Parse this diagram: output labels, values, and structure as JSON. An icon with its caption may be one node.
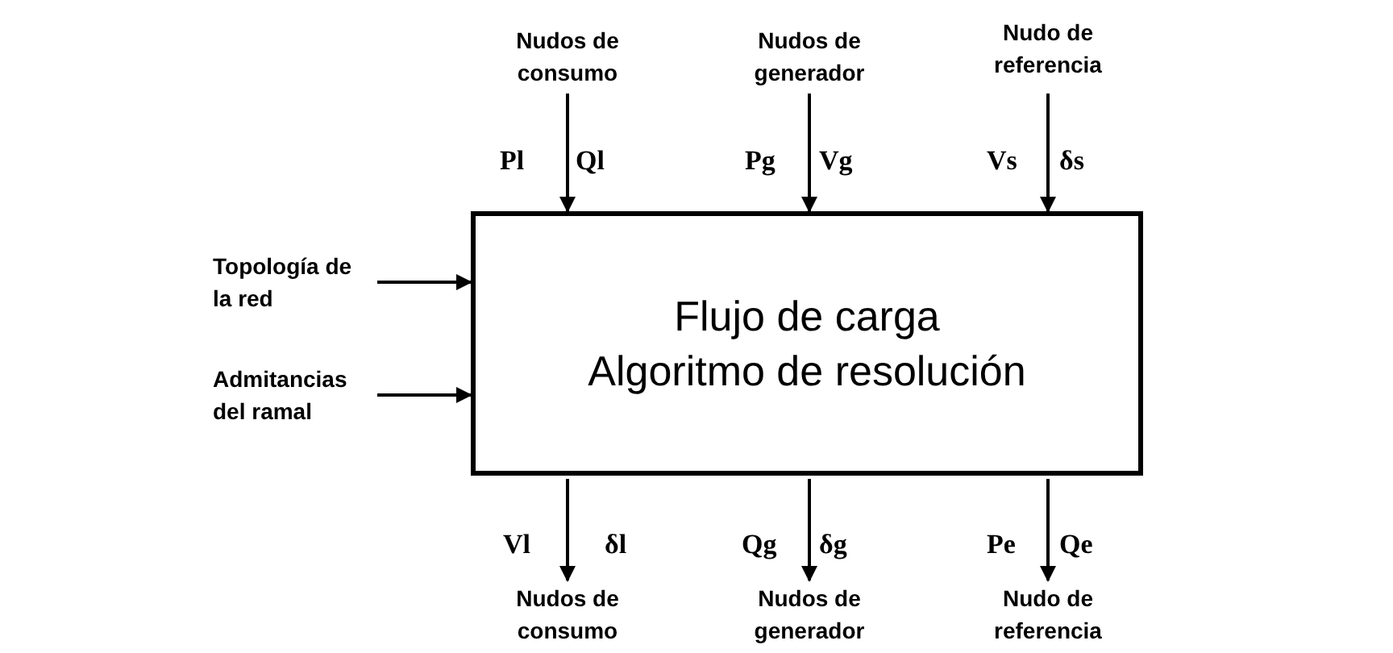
{
  "diagram": {
    "nodes": [
      {
        "text": [
          "Nudos de consumo"
        ]
      },
      {
        "text": [
          "Nudos de generador"
        ]
      },
      {
        "text": [
          "Nudo de referencia"
        ]
      },
      {
        "text": [
          "Topología de la red"
        ]
      },
      {
        "text": [
          "Admitancias del ramal"
        ]
      },
      {
        "text": [
          "Flujo de carga",
          "Algoritmo de resolución"
        ]
      },
      {
        "text": [
          "Nudos de consumo"
        ]
      },
      {
        "text": [
          "Nudos de generador"
        ]
      },
      {
        "text": [
          "Nudo de referencia"
        ]
      }
    ],
    "edges": [
      {
        "from": 0,
        "to": 5,
        "arrow": "to"
      },
      {
        "from": 1,
        "to": 5,
        "arrow": "to"
      },
      {
        "from": 2,
        "to": 5,
        "arrow": "to"
      },
      {
        "from": 3,
        "to": 5,
        "arrow": "to"
      },
      {
        "from": 4,
        "to": 5,
        "arrow": "to"
      },
      {
        "from": 5,
        "to": 6,
        "arrow": "to"
      },
      {
        "from": 5,
        "to": 7,
        "arrow": "to"
      },
      {
        "from": 5,
        "to": 8,
        "arrow": "to"
      }
    ],
    "labels": [
      "Pl",
      "Ql",
      "Pg",
      "Vg",
      "Vs",
      "δs",
      "Vl",
      "δl",
      "Qg",
      "δg",
      "Pe",
      "Qe"
    ]
  }
}
